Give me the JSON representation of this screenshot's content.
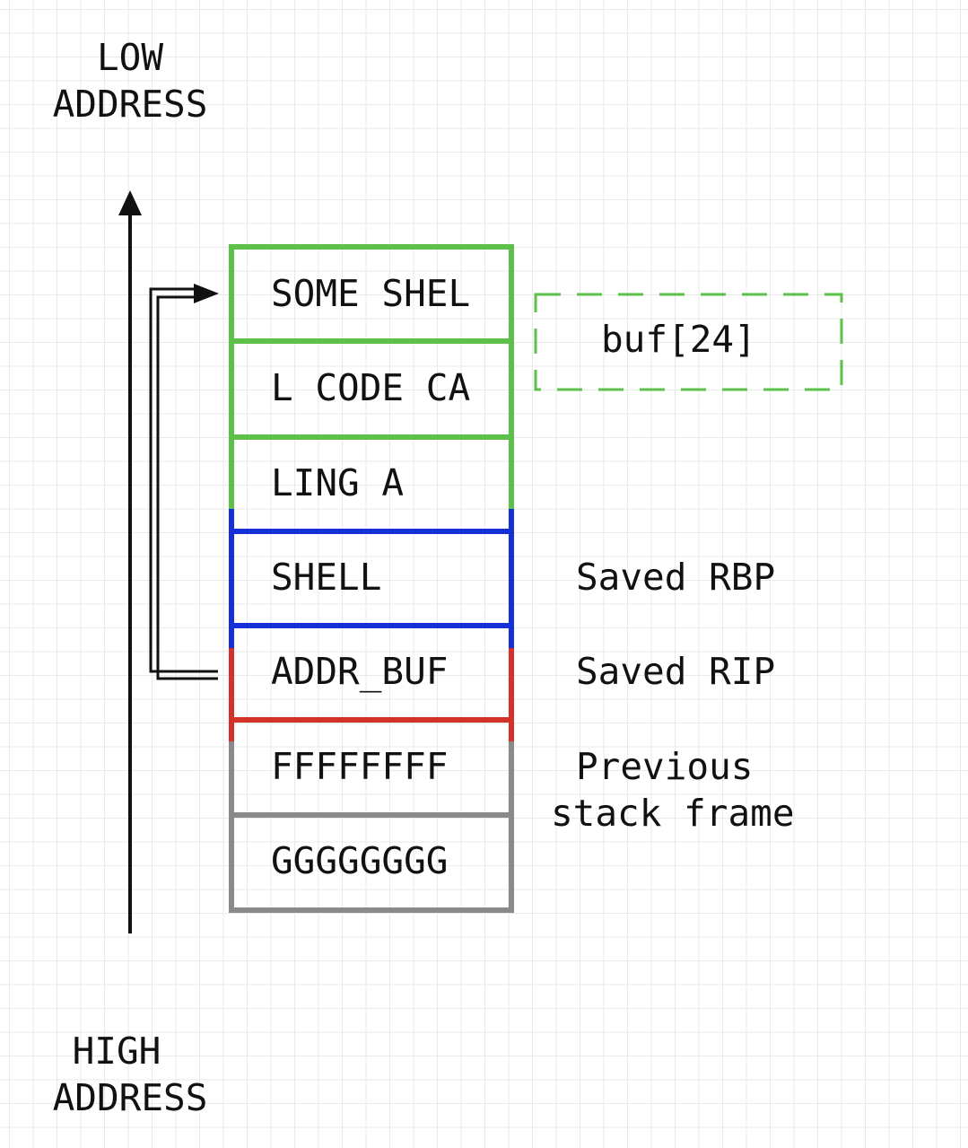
{
  "axis": {
    "low_label": [
      "LOW",
      "ADDRESS"
    ],
    "high_label": [
      "HIGH",
      "ADDRESS"
    ]
  },
  "stack": {
    "cells": [
      "SOME SHEL",
      "L CODE CA",
      "LING A",
      "SHELL",
      "ADDR_BUF",
      "FFFFFFFF",
      "GGGGGGGG"
    ]
  },
  "annotations": {
    "buffer": "buf[24]",
    "saved_rbp": "Saved RBP",
    "saved_rip": "Saved RIP",
    "previous_frame": [
      "Previous",
      "stack frame"
    ]
  },
  "colors": {
    "buffer": "#5cc04a",
    "rbp": "#1430d6",
    "rip": "#d43228",
    "previous": "#8a8a8a",
    "ink": "#111111"
  }
}
